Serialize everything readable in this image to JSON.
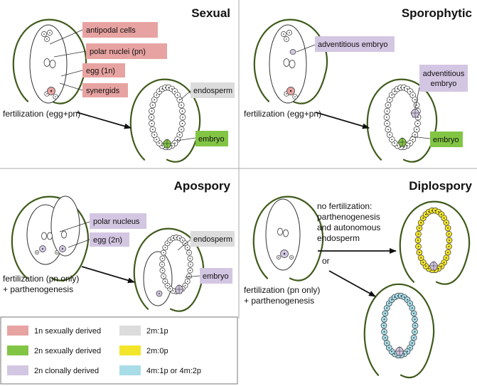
{
  "colors": {
    "outline": "#3f5a1a",
    "red": "#e7a3a1",
    "green": "#82c544",
    "lavender": "#d3c6e2",
    "gray": "#dcdcdc",
    "yellow": "#f3e52a",
    "cyan": "#a8dde8",
    "arrow": "#111111",
    "divider": "#aaaaaa"
  },
  "panels": {
    "sexual": {
      "title": "Sexual",
      "labels": {
        "antipodal": "antipodal cells",
        "polar": "polar nuclei (pn)",
        "egg": "egg (1n)",
        "synergids": "synergids",
        "endosperm": "endosperm",
        "embryo": "embryo"
      },
      "caption": "fertilization (egg+pn)"
    },
    "sporophytic": {
      "title": "Sporophytic",
      "labels": {
        "adventitious": "adventitious embryo",
        "adventitious2_line1": "adventitious",
        "adventitious2_line2": "embryo",
        "embryo": "embryo"
      },
      "caption": "fertilization (egg+pn)"
    },
    "apospory": {
      "title": "Apospory",
      "labels": {
        "polar": "polar nucleus",
        "egg": "egg (2n)",
        "endosperm": "endosperm",
        "embryo": "embryo"
      },
      "caption_line1": "fertilization (pn only)",
      "caption_line2": "+ parthenogenesis"
    },
    "diplospory": {
      "title": "Diplospory",
      "note_line1": "no fertilization:",
      "note_line2": "parthenogenesis",
      "note_line3": "and autonomous",
      "note_line4": "endosperm",
      "or": "or",
      "caption_line1": "fertilization (pn only)",
      "caption_line2": "+ parthenogenesis"
    }
  },
  "legend": [
    {
      "label": "1n sexually derived",
      "color": "#e7a3a1"
    },
    {
      "label": "2n sexually derived",
      "color": "#82c544"
    },
    {
      "label": "2n clonally derived",
      "color": "#d3c6e2"
    },
    {
      "label": "2m:1p",
      "color": "#dcdcdc"
    },
    {
      "label": "2m:0p",
      "color": "#f3e52a"
    },
    {
      "label": "4m:1p or 4m:2p",
      "color": "#a8dde8"
    }
  ]
}
